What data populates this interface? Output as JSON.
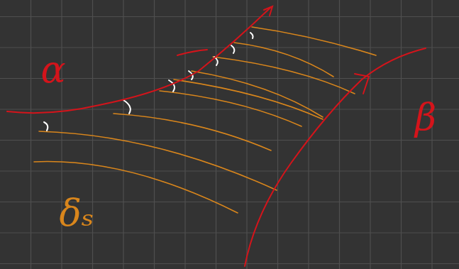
{
  "diagram": {
    "labels": [
      "α",
      "β",
      "δₛ"
    ]
  }
}
